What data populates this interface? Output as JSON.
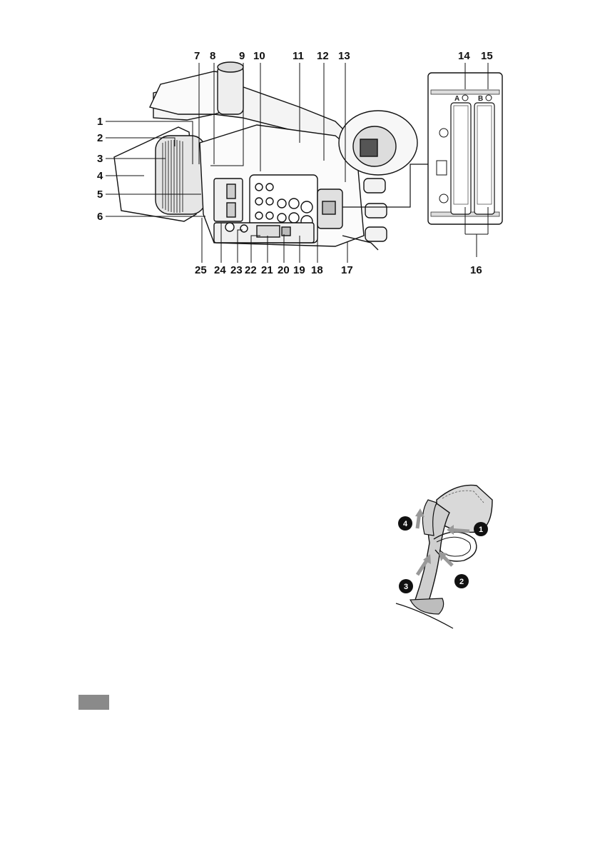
{
  "camera_figure": {
    "callouts_top": [
      "7",
      "8",
      "9",
      "10",
      "11",
      "12",
      "13",
      "14",
      "15"
    ],
    "callouts_left": [
      "1",
      "2",
      "3",
      "4",
      "5",
      "6"
    ],
    "callouts_bottom": [
      "25",
      "24",
      "23",
      "22",
      "21",
      "20",
      "19",
      "18",
      "17",
      "16"
    ],
    "slot_labels": [
      "A",
      "B"
    ]
  },
  "strap_figure": {
    "steps": [
      "1",
      "2",
      "3",
      "4"
    ]
  },
  "colors": {
    "ink": "#111111",
    "fill_gray": "#d9d9d9",
    "dark_gray": "#4a4a4a",
    "arrow_gray": "#999999",
    "note_box": "#8a8a8a"
  }
}
